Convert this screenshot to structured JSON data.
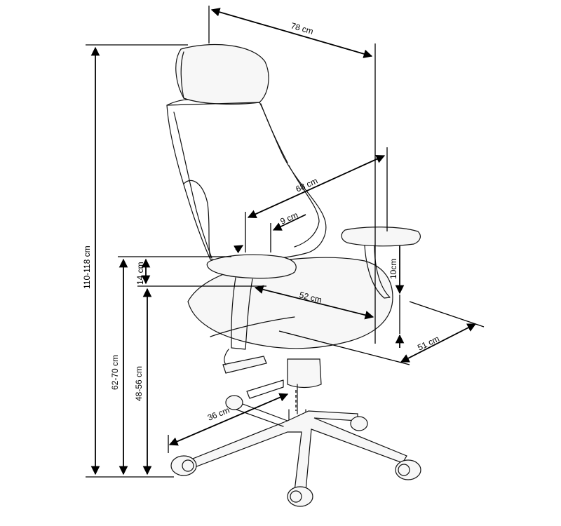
{
  "dimensions": {
    "width_78": "78 cm",
    "height_110_118": "110-118 cm",
    "depth_68": "68 cm",
    "thickness_9": "9 cm",
    "arm_14": "14 cm",
    "seat_depth_52": "52 cm",
    "armrest_10": "10cm",
    "seat_width_51": "51 cm",
    "arm_height_62_70": "62-70 cm",
    "seat_height_48_56": "48-56 cm",
    "base_radius_36": "36 cm"
  }
}
